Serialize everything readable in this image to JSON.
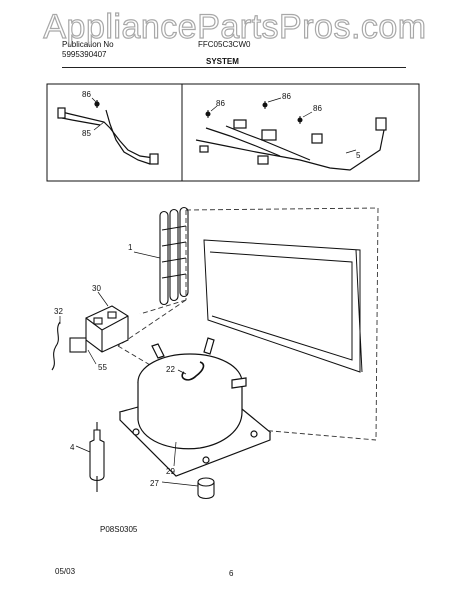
{
  "watermark": "AppliancePartsPros.com",
  "header": {
    "publication_line1": "Publication No",
    "publication_line2": "5995390407",
    "model": "FFC05C3CW0",
    "section": "SYSTEM"
  },
  "callouts": {
    "inset_left_86": "86",
    "inset_left_85": "85",
    "inset_right_86a": "86",
    "inset_right_86b": "86",
    "inset_right_86c": "86",
    "inset_right_5": "5",
    "main_1": "1",
    "main_30": "30",
    "main_32": "32",
    "main_55": "55",
    "main_22": "22",
    "main_4": "4",
    "main_29": "29",
    "main_27": "27"
  },
  "footer": {
    "diagram_code": "P08S0305",
    "date": "05/03",
    "page": "6"
  }
}
